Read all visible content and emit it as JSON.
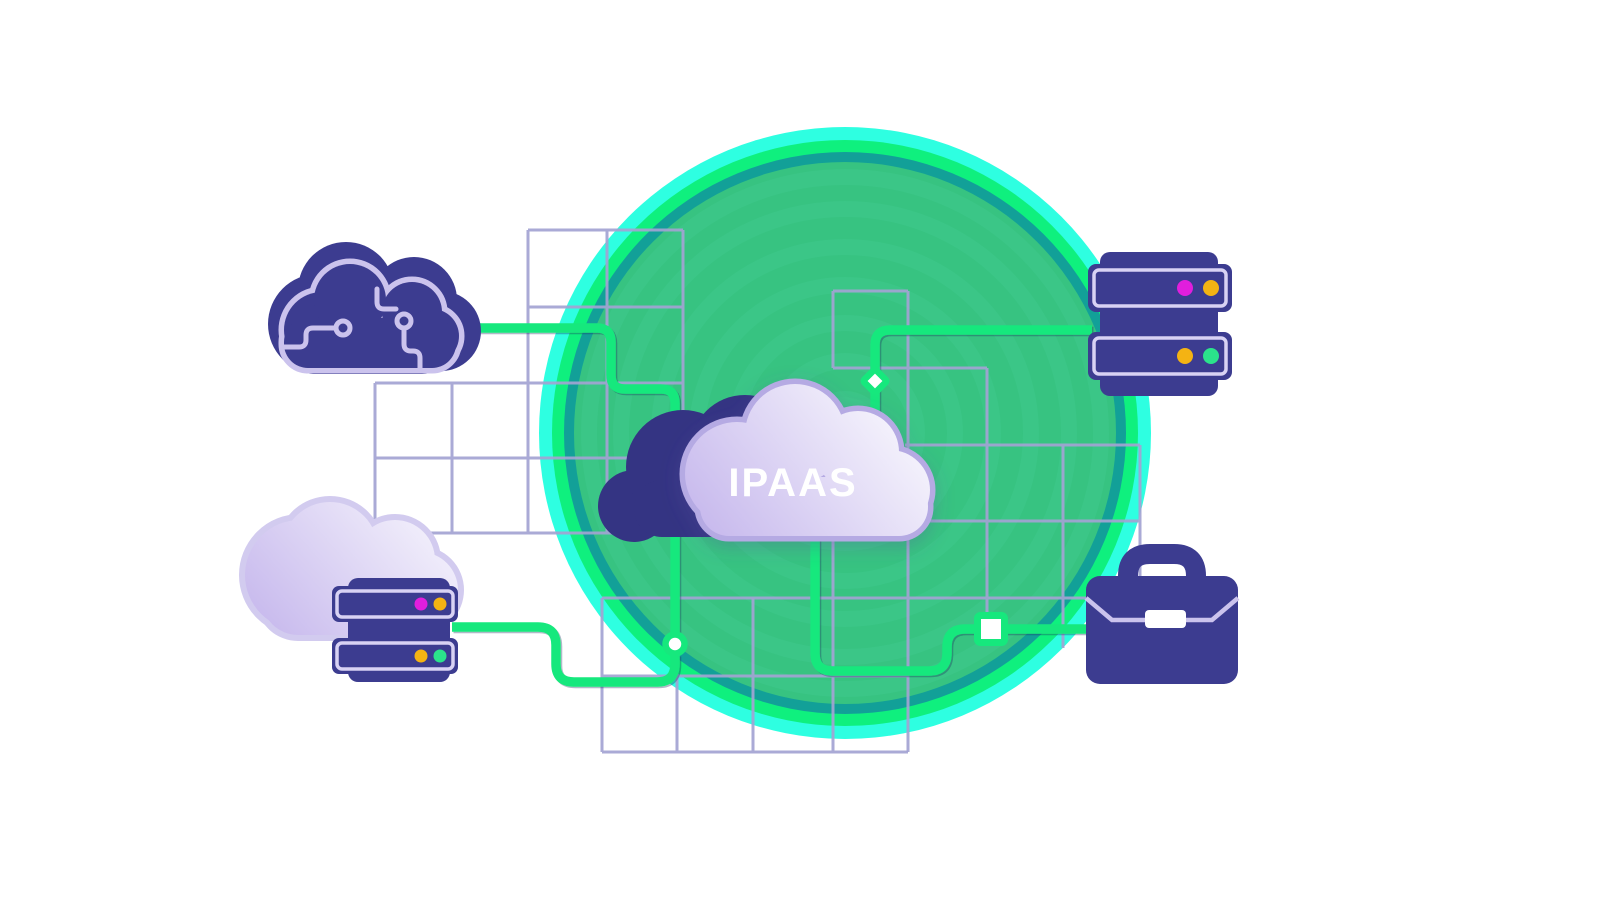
{
  "hero": {
    "label": "IPAAS"
  },
  "icons": [
    {
      "name": "circuit-cloud-icon",
      "position": "top-left"
    },
    {
      "name": "cloud-server-icon",
      "position": "bottom-left"
    },
    {
      "name": "server-stack-icon",
      "position": "top-right"
    },
    {
      "name": "briefcase-icon",
      "position": "right"
    },
    {
      "name": "ipaas-cloud-icon",
      "position": "center"
    }
  ],
  "connector_nodes": [
    {
      "shape": "diamond"
    },
    {
      "shape": "circle"
    },
    {
      "shape": "square"
    }
  ],
  "colors": {
    "bg": "#ffffff",
    "navy": "#3C3C90",
    "navy-dark": "#343483",
    "lav": "#CBC3ED",
    "lav-light": "#D8D2F4",
    "cloud-edge": "#B5AAE3",
    "cloud2-edge": "#D2CBEF",
    "cloud-hi": "#F5F3FC",
    "cloud-lo": "#C4B5EC",
    "grid": "#A3A3D3",
    "green": "#16E87D",
    "disc-base": "#37C381",
    "disc-band": "#41CA8F",
    "ring-teal": "#12A098",
    "ring-spring": "#0FF07E",
    "ring-cyan": "#2EFFE1",
    "dot-magenta": "#E11EDD",
    "dot-yellow": "#F4B313",
    "dot-green": "#2BE38B",
    "white": "#ffffff"
  }
}
